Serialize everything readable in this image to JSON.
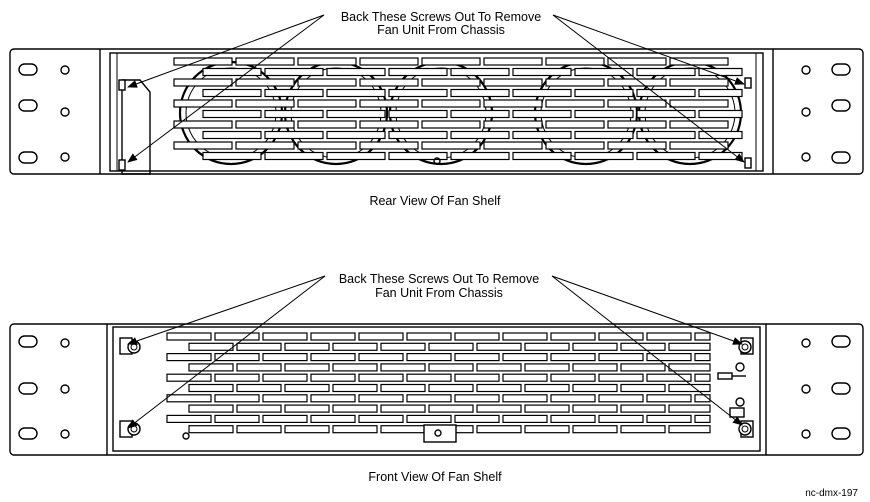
{
  "rear": {
    "callout_line1": "Back These Screws Out To Remove",
    "callout_line2": "Fan Unit From Chassis",
    "caption": "Rear View Of Fan Shelf"
  },
  "front": {
    "callout_line1": "Back These Screws Out To Remove",
    "callout_line2": "Fan Unit From Chassis",
    "caption": "Front View Of Fan Shelf"
  },
  "figure_id": "nc-dmx-197"
}
